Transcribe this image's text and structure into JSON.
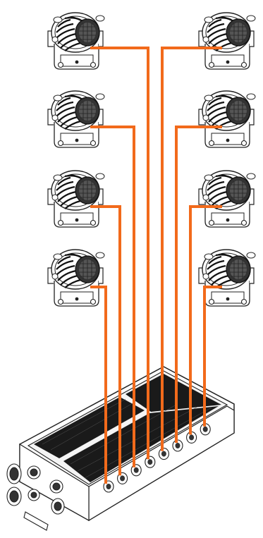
{
  "diagram": {
    "fixture_count": 8,
    "fixtures": [
      {
        "id": "fixture-1",
        "side": "left"
      },
      {
        "id": "fixture-2",
        "side": "left"
      },
      {
        "id": "fixture-3",
        "side": "left"
      },
      {
        "id": "fixture-4",
        "side": "left"
      },
      {
        "id": "fixture-5",
        "side": "right"
      },
      {
        "id": "fixture-6",
        "side": "right"
      },
      {
        "id": "fixture-7",
        "side": "right"
      },
      {
        "id": "fixture-8",
        "side": "right"
      }
    ],
    "output_ports": 8
  },
  "colors": {
    "cable": "#f26a1b",
    "line": "#222222",
    "fin": "#111111",
    "background": "#ffffff"
  }
}
